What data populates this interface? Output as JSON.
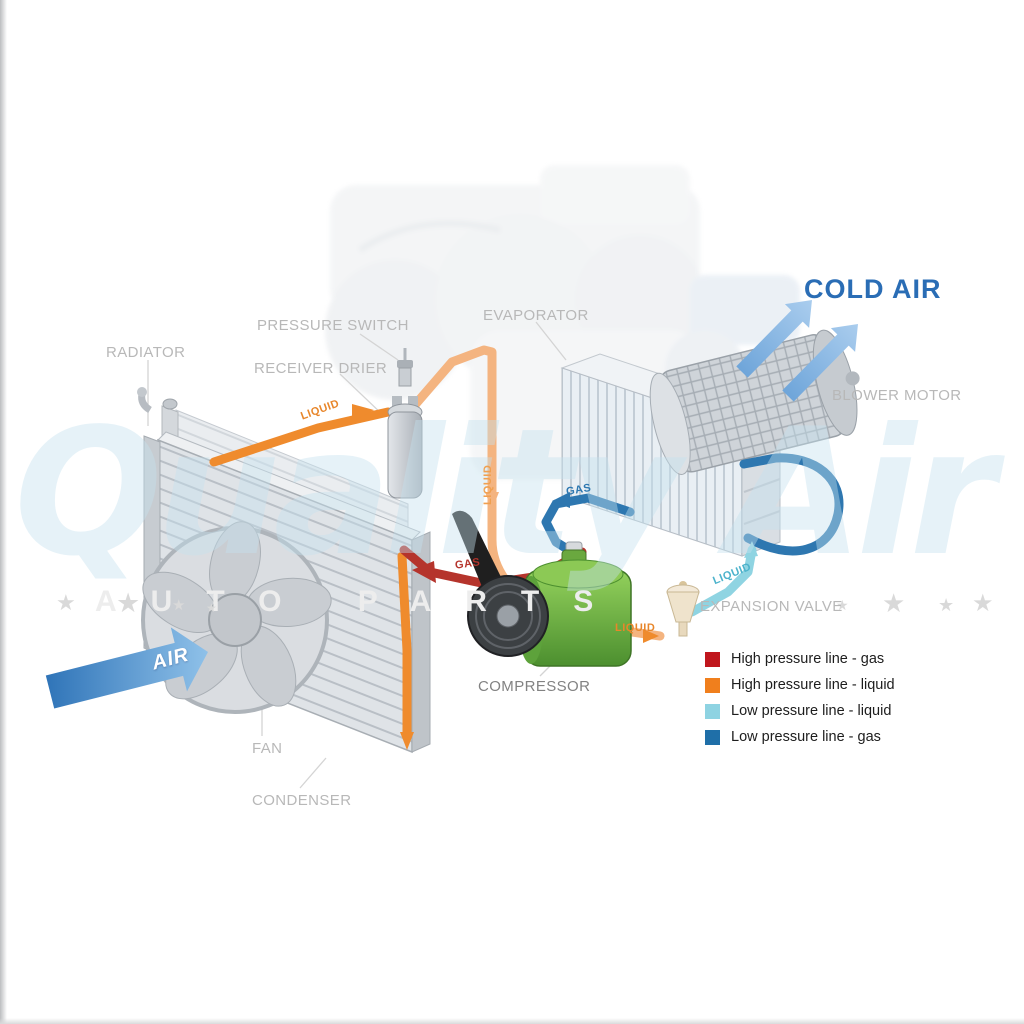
{
  "watermark": {
    "text": "Quality Air",
    "subtext": "AUTO PARTS",
    "star": "★"
  },
  "headline": {
    "cold_air": "COLD AIR",
    "air": "AIR"
  },
  "component_labels": {
    "radiator": "RADIATOR",
    "pressure_switch": "PRESSURE SWITCH",
    "receiver_drier": "RECEIVER DRIER",
    "evaporator": "EVAPORATOR",
    "blower_motor": "BLOWER MOTOR",
    "expansion_valve": "EXPANSION VALVE",
    "compressor": "COMPRESSOR",
    "fan": "FAN",
    "condenser": "CONDENSER"
  },
  "pipe_labels": {
    "condenser_to_drier": "LIQUID",
    "drier_down": "LIQUID",
    "to_expansion_valve": "LIQUID",
    "valve_to_evaporator": "LIQUID",
    "evaporator_to_compressor": "GAS",
    "compressor_to_condenser": "GAS"
  },
  "legend": {
    "items": [
      {
        "label": "High pressure line - gas",
        "color": "#c0161d"
      },
      {
        "label": "High pressure line - liquid",
        "color": "#f07f1d"
      },
      {
        "label": "Low pressure line - liquid",
        "color": "#8ed3e2"
      },
      {
        "label": "Low pressure line -  gas",
        "color": "#1f6fa8"
      }
    ]
  },
  "colors": {
    "high_pressure_gas": "#b5342c",
    "high_pressure_liquid": "#ef8b2d",
    "low_pressure_liquid": "#8fd4e2",
    "low_pressure_gas": "#2e77b0",
    "cold_air_text": "#2a6db5"
  }
}
